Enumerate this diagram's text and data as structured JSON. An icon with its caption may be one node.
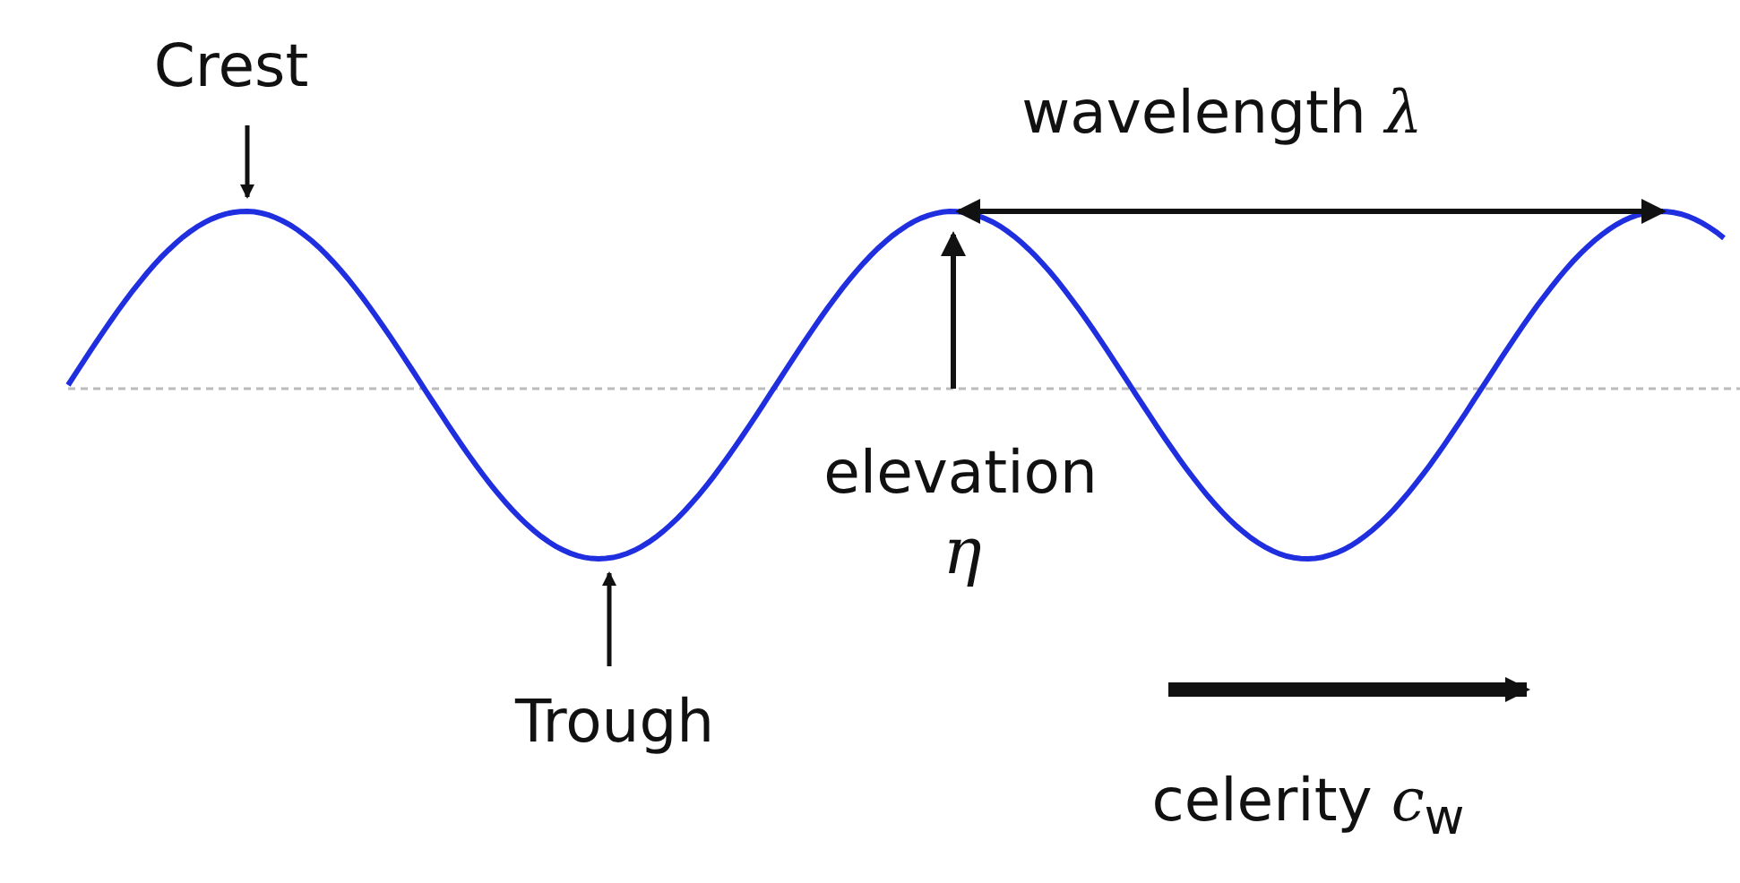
{
  "diagram": {
    "nodes": [
      {
        "text": [
          "Crest"
        ]
      },
      {
        "text": [
          "Trough"
        ]
      }
    ],
    "edges": [
      {
        "from": 0,
        "to": null,
        "arrow": "to"
      },
      {
        "from": 1,
        "to": null,
        "arrow": "to"
      }
    ],
    "labels": [
      "wavelength *λ*",
      "elevation",
      "*η*",
      "celerity *c*$_{w}$"
    ]
  }
}
